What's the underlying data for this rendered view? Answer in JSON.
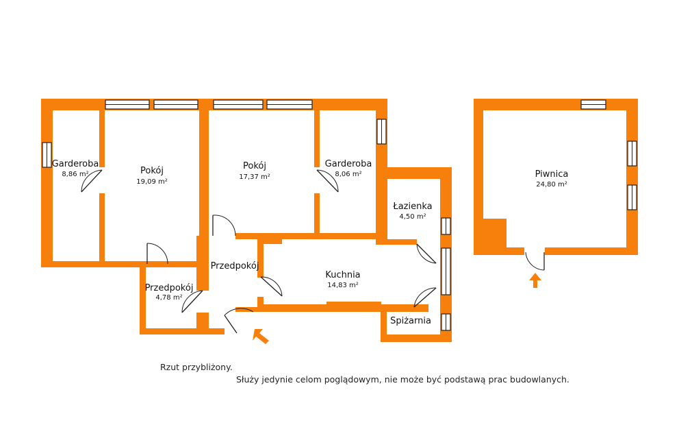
{
  "rooms": {
    "garderoba_left": {
      "name": "Garderoba",
      "area": "8,86 m²"
    },
    "pokoj_1": {
      "name": "Pokój",
      "area": "19,09 m²"
    },
    "pokoj_2": {
      "name": "Pokój",
      "area": "17,37 m²"
    },
    "garderoba_right": {
      "name": "Garderoba",
      "area": "8,06 m²"
    },
    "lazienka": {
      "name": "Łazienka",
      "area": "4,50 m²"
    },
    "przedpokoj_upper": {
      "name": "Przedpokój"
    },
    "przedpokoj_lower": {
      "name": "Przedpokój",
      "area": "4,78 m²"
    },
    "kuchnia": {
      "name": "Kuchnia",
      "area": "14,83 m²"
    },
    "spizarnia": {
      "name": "Spiżarnia"
    },
    "piwnica": {
      "name": "Piwnica",
      "area": "24,80 m²"
    }
  },
  "footer": {
    "line1": "Rzut przybliżony.",
    "line2": "Służy jedynie celom poglądowym, nie może być podstawą prac budowlanych."
  },
  "colors": {
    "wall": "#f7800c",
    "background": "#ffffff",
    "window_frame": "#1f1f1f"
  },
  "icons": {
    "entrance_arrow_main": "entrance-arrow-icon",
    "entrance_arrow_basement": "entrance-arrow-icon"
  }
}
